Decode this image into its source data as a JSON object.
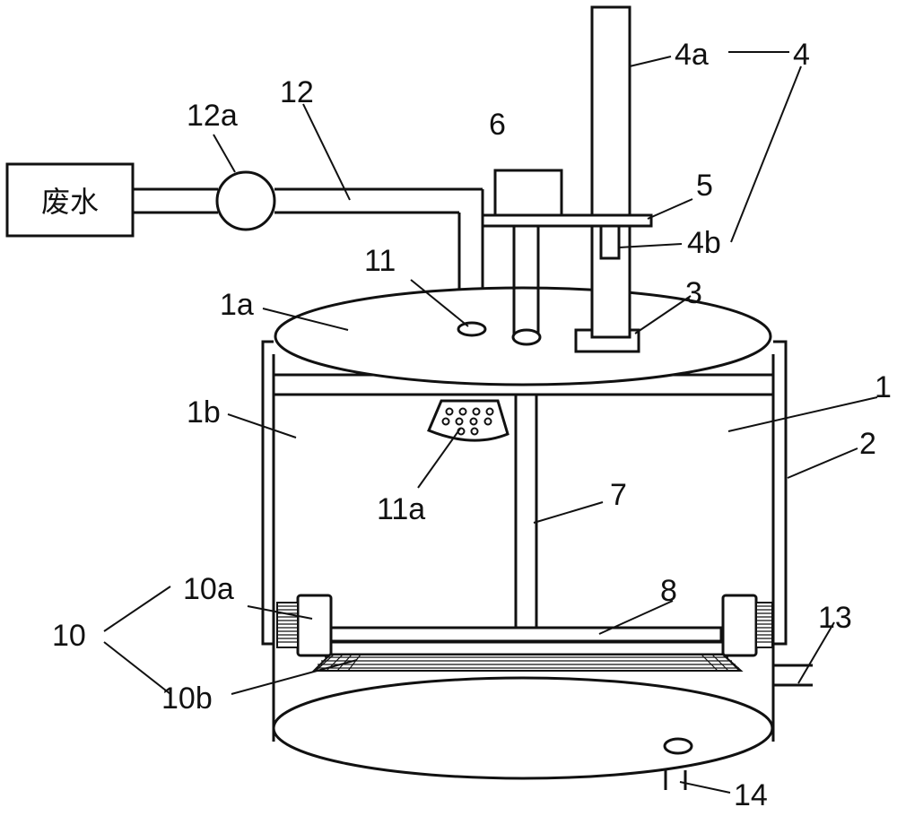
{
  "source_box": {
    "text": "废水"
  },
  "labels": {
    "l1": "1",
    "l2": "2",
    "l3": "3",
    "l4": "4",
    "l4a": "4a",
    "l4b": "4b",
    "l5": "5",
    "l6": "6",
    "l7": "7",
    "l8": "8",
    "l10": "10",
    "l10a": "10a",
    "l10b": "10b",
    "l11": "11",
    "l11a": "11a",
    "l12": "12",
    "l12a": "12a",
    "l13": "13",
    "l14": "14",
    "l1a": "1a",
    "l1b": "1b"
  }
}
